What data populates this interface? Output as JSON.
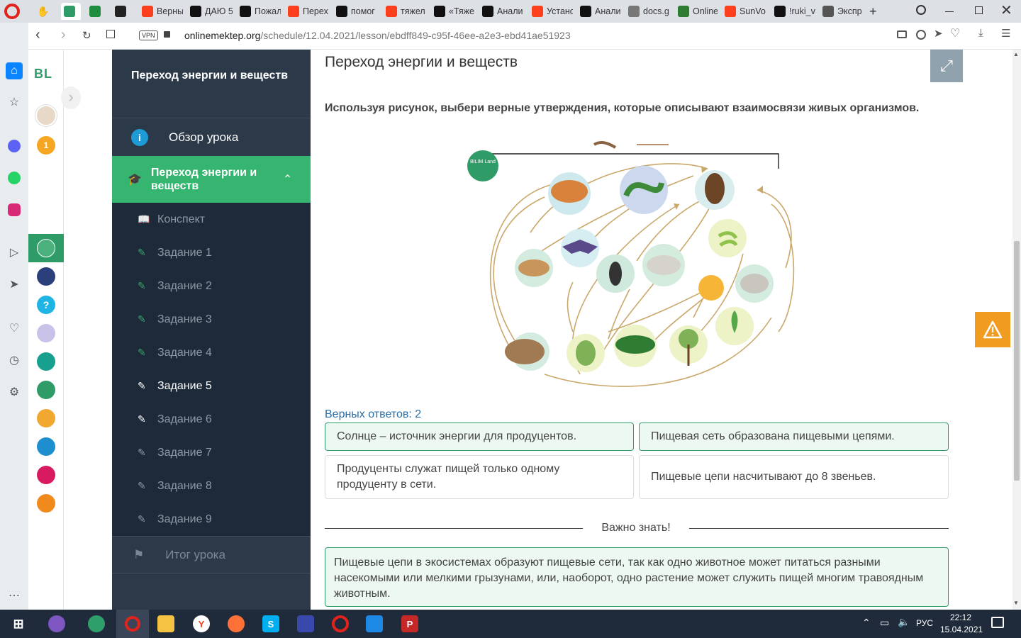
{
  "browser": {
    "tabs": [
      {
        "label": "",
        "icon": "bilimland-icon",
        "color": "#2f9c68"
      },
      {
        "label": "",
        "icon": "sheets-icon",
        "color": "#1e8e3e"
      },
      {
        "label": "",
        "icon": "disabled-icon",
        "color": "#222222"
      },
      {
        "label": "Верны",
        "icon": "yandex-icon",
        "color": "#fc3f1d"
      },
      {
        "label": "ДАЮ 5",
        "icon": "znanija-icon",
        "color": "#111111"
      },
      {
        "label": "Пожал",
        "icon": "znanija-icon",
        "color": "#111111"
      },
      {
        "label": "Перех",
        "icon": "yandex-icon",
        "color": "#fc3f1d"
      },
      {
        "label": "помог",
        "icon": "znanija-icon",
        "color": "#111111"
      },
      {
        "label": "тяжел",
        "icon": "yandex-icon",
        "color": "#fc3f1d"
      },
      {
        "label": "«Тяже",
        "icon": "znanija-icon",
        "color": "#111111"
      },
      {
        "label": "Анали",
        "icon": "znanija-icon",
        "color": "#111111"
      },
      {
        "label": "Устано",
        "icon": "yandex-icon",
        "color": "#fc3f1d"
      },
      {
        "label": "Анали",
        "icon": "znanija-icon",
        "color": "#111111"
      },
      {
        "label": "docs.g",
        "icon": "doc-icon",
        "color": "#777777"
      },
      {
        "label": "Online",
        "icon": "shield-icon",
        "color": "#2e7d32"
      },
      {
        "label": "SunVo",
        "icon": "yandex-icon",
        "color": "#fc3f1d"
      },
      {
        "label": "!ruki_v",
        "icon": "zx-icon",
        "color": "#111111"
      },
      {
        "label": "Экспр",
        "icon": "grid-icon",
        "color": "#555555"
      }
    ],
    "url_host": "onlinemektep.org",
    "url_path": "/schedule/12.04.2021/lesson/ebdff849-c95f-46ee-a2e3-ebd41ae51923",
    "vpn_label": "VPN",
    "new_tab": "+"
  },
  "bilim": {
    "logo": "BL",
    "badge_count": "1",
    "help": "?"
  },
  "nav": {
    "title": "Переход энергии и веществ",
    "overview": "Обзор урока",
    "section": "Переход энергии и веществ",
    "items": [
      "Конспект",
      "Задание 1",
      "Задание 2",
      "Задание 3",
      "Задание 4",
      "Задание 5",
      "Задание 6",
      "Задание 7",
      "Задание 8",
      "Задание 9"
    ],
    "active_index": 5,
    "summary": "Итог урока"
  },
  "main": {
    "title": "Переход энергии и веществ",
    "question": "Используя рисунок, выбери верные утверждения, которые описывают взаимосвязи живых организмов.",
    "logo_text": "BILIM Land",
    "correct_count": "Верных ответов: 2",
    "options": [
      {
        "text": "Солнце – источник энергии для продуцентов.",
        "selected": true
      },
      {
        "text": "Пищевая сеть образована пищевыми цепями.",
        "selected": true
      },
      {
        "text": "Продуценты служат пищей только одному продуценту в сети.",
        "selected": false
      },
      {
        "text": "Пищевые цепи насчитывают до 8 звеньев.",
        "selected": false
      }
    ],
    "important_label": "Важно знать!",
    "important_text": "Пищевые цепи в экосистемах образуют пищевые сети, так как одно животное может питаться разными насекомыми или мелкими грызунами, или, наоборот, одно растение может служить пищей многим травоядным животным."
  },
  "taskbar": {
    "lang": "РУС",
    "time": "22:12",
    "date": "15.04.2021"
  },
  "colors": {
    "accent": "#2f9c68",
    "nav_bg": "#2b3949",
    "nav_sub_bg": "#1d2a39",
    "warning": "#f29b21",
    "link_blue": "#2a6ea6"
  }
}
